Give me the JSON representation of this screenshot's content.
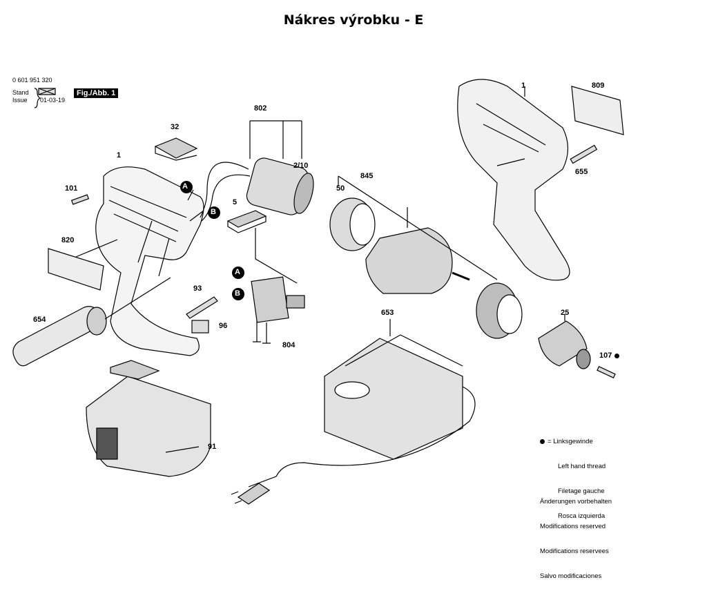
{
  "title": "Nákres výrobku - E",
  "header": {
    "part_number": "0 601 951 320",
    "stand_label": "Stand",
    "issue_label": "Issue",
    "issue_date": "01-03-19",
    "figure": "Fig./Abb. 1"
  },
  "labels": {
    "p1a": "1",
    "p1b": "1",
    "p101": "101",
    "p32": "32",
    "p802": "802",
    "p2_10": "2/10",
    "p5": "5",
    "p820": "820",
    "p93": "93",
    "p96": "96",
    "p654": "654",
    "p804": "804",
    "p50": "50",
    "p845": "845",
    "p809": "809",
    "p655": "655",
    "p653": "653",
    "p25": "25",
    "p107": "107",
    "p91": "91",
    "markA1": "A",
    "markB1": "B",
    "markA2": "A",
    "markB2": "B"
  },
  "legend_thread": [
    "Linksgewinde",
    "Left hand thread",
    "Filetage gauche",
    "Rosca izquierda"
  ],
  "legend_mods": [
    "Änderungen vorbehalten",
    "Modifications reserved",
    "Modifications reservees",
    "Salvo modificaciones"
  ]
}
